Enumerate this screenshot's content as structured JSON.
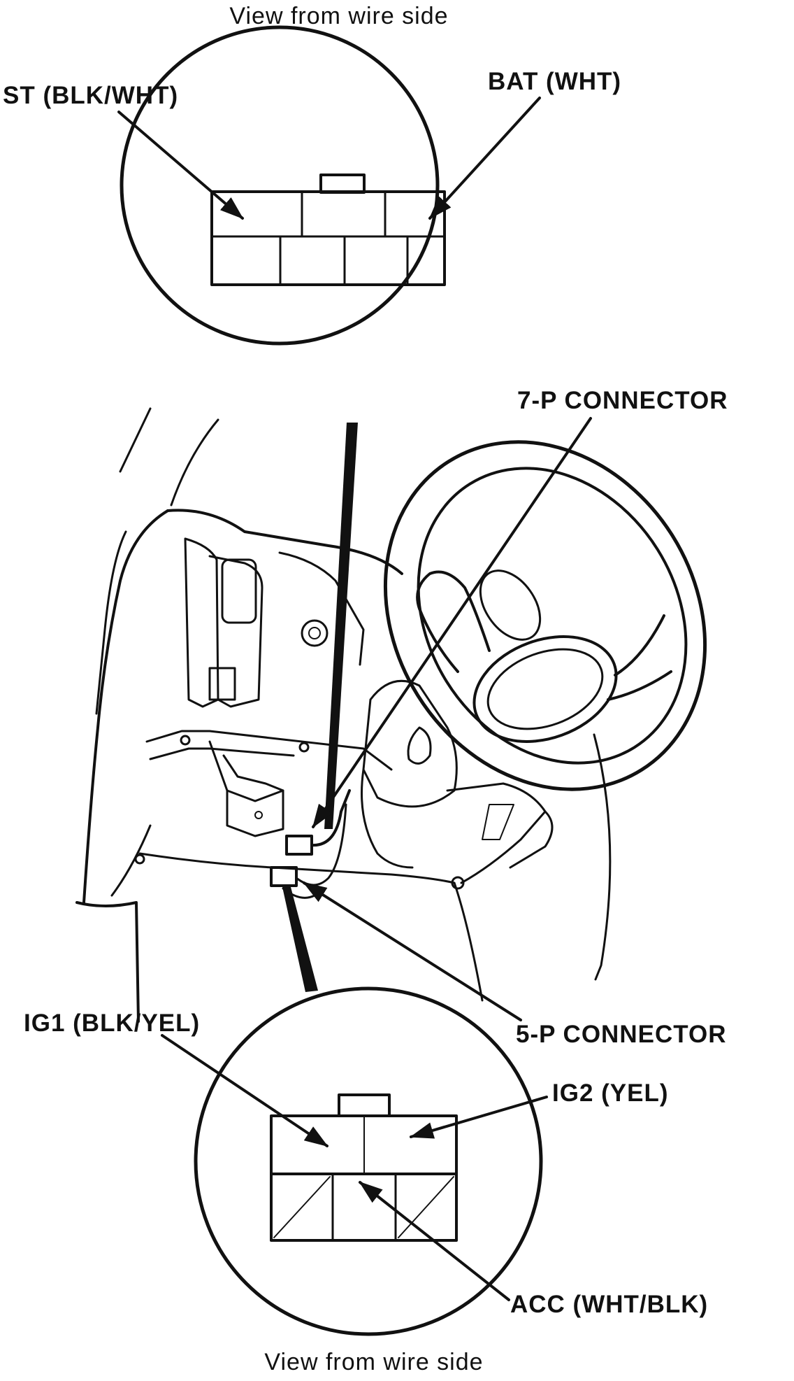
{
  "diagram": {
    "top_caption": "View from wire side",
    "bottom_caption": "View from wire side",
    "labels": {
      "st": "ST (BLK/WHT)",
      "bat": "BAT (WHT)",
      "connector_7p": "7-P CONNECTOR",
      "ig1": "IG1 (BLK/YEL)",
      "connector_5p": "5-P CONNECTOR",
      "ig2": "IG2 (YEL)",
      "acc": "ACC (WHT/BLK)"
    }
  }
}
